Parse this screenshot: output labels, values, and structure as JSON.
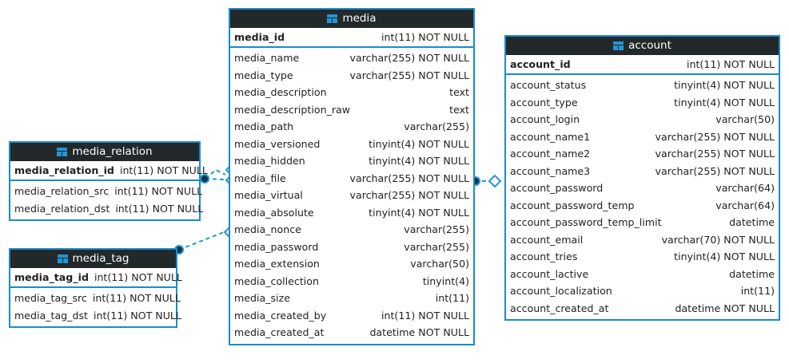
{
  "diagram": {
    "kind": "entity-relationship-diagram",
    "background": "#ffffff",
    "accent_color": "#1a8cc8",
    "header_color": "#23282b",
    "header_text_color": "#ffffff",
    "connector_color": "#2196d6",
    "icon_name": "table-icon"
  },
  "tables": [
    {
      "name": "media",
      "primary_key": {
        "column": "media_id",
        "type": "int(11) NOT NULL"
      },
      "columns": [
        {
          "column": "media_name",
          "type": "varchar(255) NOT NULL"
        },
        {
          "column": "media_type",
          "type": "varchar(255) NOT NULL"
        },
        {
          "column": "media_description",
          "type": "text"
        },
        {
          "column": "media_description_raw",
          "type": "text"
        },
        {
          "column": "media_path",
          "type": "varchar(255)"
        },
        {
          "column": "media_versioned",
          "type": "tinyint(4) NOT NULL"
        },
        {
          "column": "media_hidden",
          "type": "tinyint(4) NOT NULL"
        },
        {
          "column": "media_file",
          "type": "varchar(255) NOT NULL"
        },
        {
          "column": "media_virtual",
          "type": "varchar(255) NOT NULL"
        },
        {
          "column": "media_absolute",
          "type": "tinyint(4) NOT NULL"
        },
        {
          "column": "media_nonce",
          "type": "varchar(255)"
        },
        {
          "column": "media_password",
          "type": "varchar(255)"
        },
        {
          "column": "media_extension",
          "type": "varchar(50)"
        },
        {
          "column": "media_collection",
          "type": "tinyint(4)"
        },
        {
          "column": "media_size",
          "type": "int(11)"
        },
        {
          "column": "media_created_by",
          "type": "int(11) NOT NULL"
        },
        {
          "column": "media_created_at",
          "type": "datetime NOT NULL"
        }
      ]
    },
    {
      "name": "account",
      "primary_key": {
        "column": "account_id",
        "type": "int(11) NOT NULL"
      },
      "columns": [
        {
          "column": "account_status",
          "type": "tinyint(4) NOT NULL"
        },
        {
          "column": "account_type",
          "type": "tinyint(4) NOT NULL"
        },
        {
          "column": "account_login",
          "type": "varchar(50)"
        },
        {
          "column": "account_name1",
          "type": "varchar(255) NOT NULL"
        },
        {
          "column": "account_name2",
          "type": "varchar(255) NOT NULL"
        },
        {
          "column": "account_name3",
          "type": "varchar(255) NOT NULL"
        },
        {
          "column": "account_password",
          "type": "varchar(64)"
        },
        {
          "column": "account_password_temp",
          "type": "varchar(64)"
        },
        {
          "column": "account_password_temp_limit",
          "type": "datetime"
        },
        {
          "column": "account_email",
          "type": "varchar(70) NOT NULL"
        },
        {
          "column": "account_tries",
          "type": "tinyint(4) NOT NULL"
        },
        {
          "column": "account_lactive",
          "type": "datetime"
        },
        {
          "column": "account_localization",
          "type": "int(11)"
        },
        {
          "column": "account_created_at",
          "type": "datetime NOT NULL"
        }
      ]
    },
    {
      "name": "media_relation",
      "primary_key": {
        "column": "media_relation_id",
        "type": "int(11) NOT NULL"
      },
      "columns": [
        {
          "column": "media_relation_src",
          "type": "int(11) NOT NULL"
        },
        {
          "column": "media_relation_dst",
          "type": "int(11) NOT NULL"
        }
      ]
    },
    {
      "name": "media_tag",
      "primary_key": {
        "column": "media_tag_id",
        "type": "int(11) NOT NULL"
      },
      "columns": [
        {
          "column": "media_tag_src",
          "type": "int(11) NOT NULL"
        },
        {
          "column": "media_tag_dst",
          "type": "int(11) NOT NULL"
        }
      ]
    }
  ],
  "relationships": [
    {
      "from": "media_relation",
      "to": "media",
      "style": "dashed",
      "from_marker": "filled-circle",
      "to_marker": "diamond"
    },
    {
      "from": "media_relation",
      "to": "media",
      "style": "dashed",
      "from_marker": "filled-circle",
      "to_marker": "diamond"
    },
    {
      "from": "media_tag",
      "to": "media",
      "style": "dashed",
      "from_marker": "filled-circle",
      "to_marker": "diamond"
    },
    {
      "from": "media",
      "to": "account",
      "style": "dashed",
      "from_marker": "filled-circle",
      "to_marker": "diamond"
    }
  ]
}
